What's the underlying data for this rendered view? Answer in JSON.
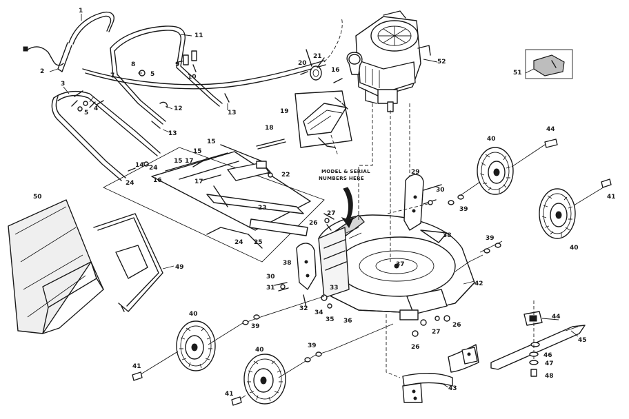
{
  "note": {
    "line1": "MODEL & SERIAL",
    "line2": "NUMBERS HERE"
  },
  "callouts": [
    {
      "id": "c1",
      "text": "1"
    },
    {
      "id": "c2",
      "text": "2"
    },
    {
      "id": "c3",
      "text": "3"
    },
    {
      "id": "c4",
      "text": "4"
    },
    {
      "id": "c5a",
      "text": "5"
    },
    {
      "id": "c5b",
      "text": "5"
    },
    {
      "id": "c7",
      "text": "7"
    },
    {
      "id": "c8",
      "text": "8"
    },
    {
      "id": "c9",
      "text": "9"
    },
    {
      "id": "c10",
      "text": "10"
    },
    {
      "id": "c11",
      "text": "11"
    },
    {
      "id": "c12",
      "text": "12"
    },
    {
      "id": "c13a",
      "text": "13"
    },
    {
      "id": "c13b",
      "text": "13"
    },
    {
      "id": "c14",
      "text": "14"
    },
    {
      "id": "c15a",
      "text": "15"
    },
    {
      "id": "c15b",
      "text": "15"
    },
    {
      "id": "c15c",
      "text": "15"
    },
    {
      "id": "c16a",
      "text": "16"
    },
    {
      "id": "c16b",
      "text": "16"
    },
    {
      "id": "c17a",
      "text": "17"
    },
    {
      "id": "c17b",
      "text": "17"
    },
    {
      "id": "c18",
      "text": "18"
    },
    {
      "id": "c19",
      "text": "19"
    },
    {
      "id": "c20",
      "text": "20"
    },
    {
      "id": "c21",
      "text": "21"
    },
    {
      "id": "c22",
      "text": "22"
    },
    {
      "id": "c23",
      "text": "23"
    },
    {
      "id": "c24a",
      "text": "24"
    },
    {
      "id": "c24b",
      "text": "24"
    },
    {
      "id": "c24c",
      "text": "24"
    },
    {
      "id": "c25",
      "text": "25"
    },
    {
      "id": "c26a",
      "text": "26"
    },
    {
      "id": "c26b",
      "text": "26"
    },
    {
      "id": "c26c",
      "text": "26"
    },
    {
      "id": "c27a",
      "text": "27"
    },
    {
      "id": "c27b",
      "text": "27"
    },
    {
      "id": "c29",
      "text": "29"
    },
    {
      "id": "c30a",
      "text": "30"
    },
    {
      "id": "c30b",
      "text": "30"
    },
    {
      "id": "c31",
      "text": "31"
    },
    {
      "id": "c32",
      "text": "32"
    },
    {
      "id": "c33",
      "text": "33"
    },
    {
      "id": "c34",
      "text": "34"
    },
    {
      "id": "c35",
      "text": "35"
    },
    {
      "id": "c36",
      "text": "36"
    },
    {
      "id": "c37",
      "text": "37"
    },
    {
      "id": "c38a",
      "text": "38"
    },
    {
      "id": "c38b",
      "text": "38"
    },
    {
      "id": "c39a",
      "text": "39"
    },
    {
      "id": "c39b",
      "text": "39"
    },
    {
      "id": "c39c",
      "text": "39"
    },
    {
      "id": "c39d",
      "text": "39"
    },
    {
      "id": "c40a",
      "text": "40"
    },
    {
      "id": "c40b",
      "text": "40"
    },
    {
      "id": "c40c",
      "text": "40"
    },
    {
      "id": "c40d",
      "text": "40"
    },
    {
      "id": "c41a",
      "text": "41"
    },
    {
      "id": "c41b",
      "text": "41"
    },
    {
      "id": "c41c",
      "text": "41"
    },
    {
      "id": "c42",
      "text": "42"
    },
    {
      "id": "c43",
      "text": "43"
    },
    {
      "id": "c44a",
      "text": "44"
    },
    {
      "id": "c44b",
      "text": "44"
    },
    {
      "id": "c45",
      "text": "45"
    },
    {
      "id": "c46",
      "text": "46"
    },
    {
      "id": "c47",
      "text": "47"
    },
    {
      "id": "c48",
      "text": "48"
    },
    {
      "id": "c49",
      "text": "49"
    },
    {
      "id": "c50",
      "text": "50"
    },
    {
      "id": "c51",
      "text": "51"
    },
    {
      "id": "c52",
      "text": "52"
    }
  ]
}
